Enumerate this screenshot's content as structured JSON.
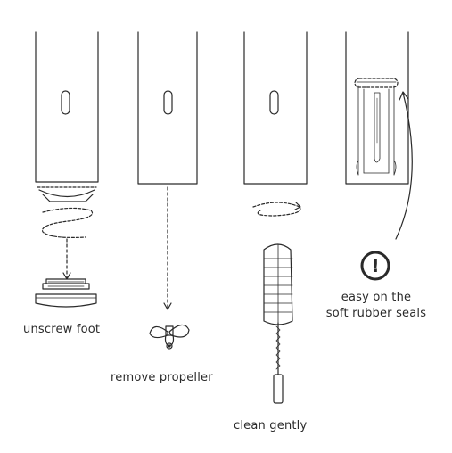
{
  "steps": [
    {
      "label": "unscrew foot"
    },
    {
      "label": "remove propeller"
    },
    {
      "label": "clean gently"
    },
    {
      "label_line1": "easy on the",
      "label_line2": "soft rubber seals"
    }
  ],
  "warning_symbol": "!",
  "colors": {
    "ink": "#2a2a2a",
    "dashed": "#555555"
  }
}
